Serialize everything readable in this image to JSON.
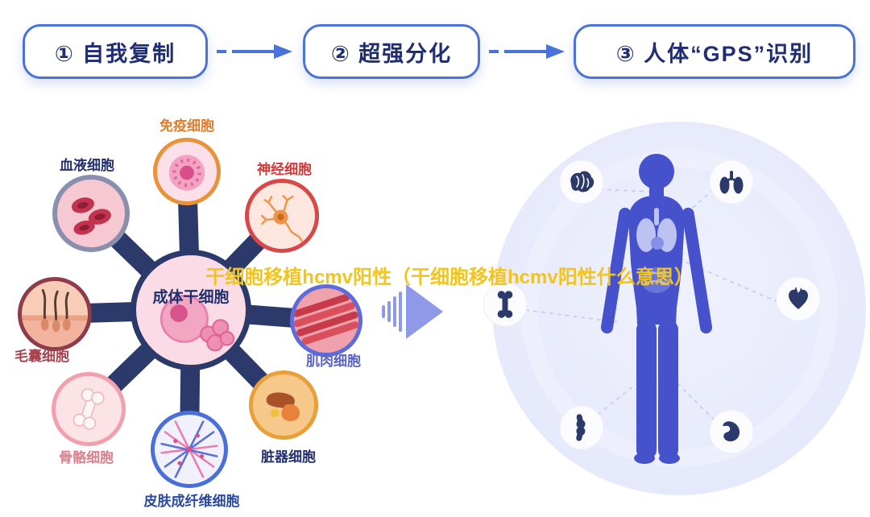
{
  "colors": {
    "accent_blue": "#4a72d8",
    "navy_text": "#1f2d72",
    "spoke_navy": "#2b3a6b",
    "gold": "#f2c41e",
    "panel_lavender": "#e9ebfc",
    "body_blue": "#4552cb"
  },
  "steps": {
    "items": [
      {
        "label": "① 自我复制"
      },
      {
        "label": "② 超强分化"
      },
      {
        "label": "③ 人体“GPS”识别"
      }
    ]
  },
  "watermark": {
    "text": "干细胞移植hcmv阳性（干细胞移植hcmv阳性什么意思）",
    "color": "#f2c41e"
  },
  "stem_diagram": {
    "center": {
      "label": "成体干细胞",
      "color": "#23306e"
    },
    "cells": [
      {
        "key": "immune",
        "label": "免疫细胞",
        "color": "#e07c2a"
      },
      {
        "key": "blood",
        "label": "血液细胞",
        "color": "#23306e"
      },
      {
        "key": "nerve",
        "label": "神经细胞",
        "color": "#d23b3b"
      },
      {
        "key": "hair",
        "label": "毛囊细胞",
        "color": "#a84250"
      },
      {
        "key": "muscle",
        "label": "肌肉细胞",
        "color": "#5a62c8"
      },
      {
        "key": "bone",
        "label": "骨骼细胞",
        "color": "#d9808e"
      },
      {
        "key": "organ",
        "label": "脏器细胞",
        "color": "#23306e"
      },
      {
        "key": "skin",
        "label": "皮肤成纤维细胞",
        "color": "#2b4aa0"
      }
    ]
  },
  "body_map": {
    "icons": [
      {
        "name": "brain-icon"
      },
      {
        "name": "lungs-icon"
      },
      {
        "name": "bone-icon"
      },
      {
        "name": "heart-icon"
      },
      {
        "name": "joint-icon"
      },
      {
        "name": "stomach-icon"
      }
    ]
  }
}
